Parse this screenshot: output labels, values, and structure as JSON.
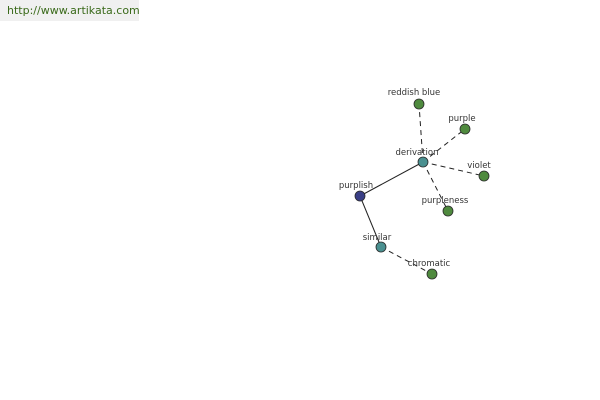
{
  "site_url": "http://www.artikata.com",
  "colors": {
    "central_node": "#3a3f86",
    "relation_node": "#4a9090",
    "leaf_node": "#4f8a3e",
    "node_stroke": "#2a2a2a",
    "edge": "#222222"
  },
  "graph": {
    "nodes": [
      {
        "id": "purplish",
        "label": "purplish",
        "role": "central"
      },
      {
        "id": "derivation",
        "label": "derivation",
        "role": "relation"
      },
      {
        "id": "similar",
        "label": "similar",
        "role": "relation"
      },
      {
        "id": "reddish_blue",
        "label": "reddish blue",
        "role": "leaf"
      },
      {
        "id": "purple",
        "label": "purple",
        "role": "leaf"
      },
      {
        "id": "violet",
        "label": "violet",
        "role": "leaf"
      },
      {
        "id": "purpleness",
        "label": "purpleness",
        "role": "leaf"
      },
      {
        "id": "chromatic",
        "label": "chromatic",
        "role": "leaf"
      }
    ],
    "edges": [
      {
        "from": "purplish",
        "to": "derivation",
        "style": "solid"
      },
      {
        "from": "purplish",
        "to": "similar",
        "style": "solid"
      },
      {
        "from": "derivation",
        "to": "reddish_blue",
        "style": "dashed"
      },
      {
        "from": "derivation",
        "to": "purple",
        "style": "dashed"
      },
      {
        "from": "derivation",
        "to": "violet",
        "style": "dashed"
      },
      {
        "from": "derivation",
        "to": "purpleness",
        "style": "dashed"
      },
      {
        "from": "similar",
        "to": "chromatic",
        "style": "dashed"
      }
    ]
  }
}
